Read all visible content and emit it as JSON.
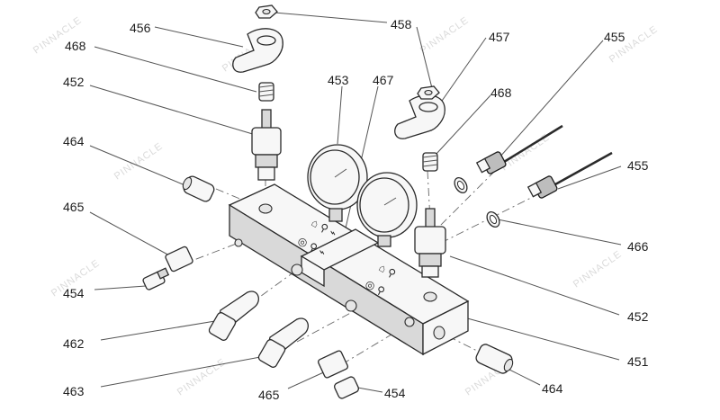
{
  "diagram": {
    "callouts": [
      "456",
      "458",
      "457",
      "455",
      "468",
      "452",
      "453",
      "467",
      "468",
      "464",
      "455",
      "465",
      "466",
      "454",
      "452",
      "462",
      "451",
      "463",
      "465",
      "454",
      "464"
    ]
  },
  "watermark": "PINNACLE"
}
